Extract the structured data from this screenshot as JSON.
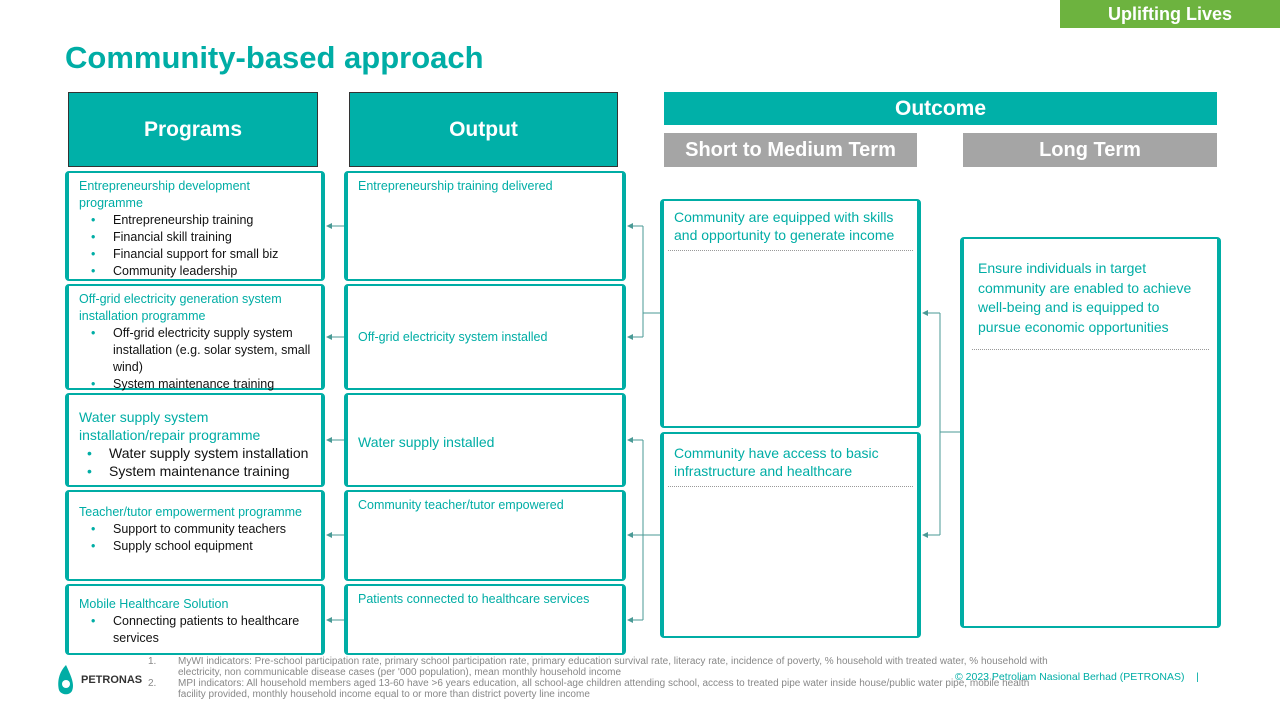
{
  "tag": "Uplifting Lives",
  "title": "Community-based approach",
  "headers": {
    "programs": "Programs",
    "output": "Output",
    "outcome": "Outcome",
    "short": "Short to Medium Term",
    "long": "Long Term"
  },
  "programs": [
    {
      "title": "Entrepreneurship development programme",
      "items": [
        "Entrepreneurship training",
        "Financial skill training",
        "Financial support for small biz",
        "Community leadership"
      ]
    },
    {
      "title": "Off-grid electricity generation system installation programme",
      "items": [
        "Off-grid electricity supply system installation (e.g. solar system, small wind)",
        "System maintenance training"
      ]
    },
    {
      "title": "Water supply system installation/repair programme",
      "items": [
        "Water supply system installation",
        "System maintenance training"
      ]
    },
    {
      "title": "Teacher/tutor empowerment programme",
      "items": [
        "Support to community teachers",
        "Supply school equipment"
      ]
    },
    {
      "title": "Mobile Healthcare Solution",
      "items": [
        "Connecting patients to healthcare services"
      ]
    }
  ],
  "outputs": [
    "Entrepreneurship training delivered",
    "Off-grid electricity system installed",
    "Water supply installed",
    "Community teacher/tutor empowered",
    "Patients connected to healthcare services"
  ],
  "short_term": [
    "Community are equipped with skills and opportunity to generate income",
    "Community have access to basic infrastructure and healthcare"
  ],
  "long_term": "Ensure individuals in target community are enabled to achieve well-being and is equipped to pursue economic opportunities",
  "footnotes": [
    {
      "n": "1.",
      "text": "MyWI indicators: Pre-school participation rate, primary school participation rate, primary education survival rate, literacy rate, incidence of poverty, % household with treated water, % household with electricity, non communicable disease cases (per '000 population), mean monthly household income"
    },
    {
      "n": "2.",
      "text": "MPI indicators: All household members aged 13-60 have >6 years education, all school-age children attending school, access to treated pipe water inside house/public water pipe, mobile health facility provided, monthly household income equal to or more than district poverty line income"
    }
  ],
  "copyright": "© 2023 Petroliam Nasional Berhad (PETRONAS)    |",
  "logo_text": "PETRONAS",
  "colors": {
    "teal": "#00b0a8",
    "green": "#6db33f",
    "grey": "#a5a5a5"
  }
}
